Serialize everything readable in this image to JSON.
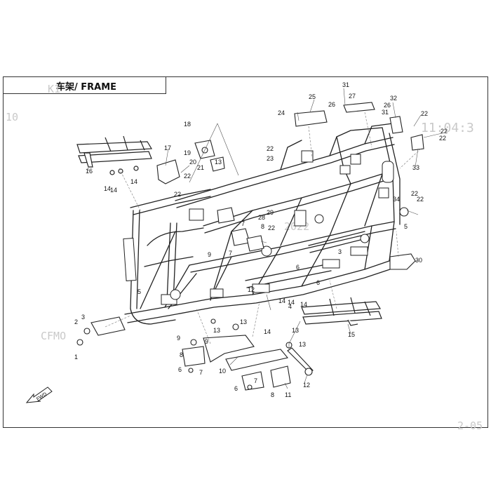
{
  "title": "车架/ FRAME",
  "fwd_label": "FWD",
  "watermarks": [
    "10",
    "K1",
    "CFMO",
    "2022",
    "11:04:3",
    "2-05"
  ],
  "callouts": [
    {
      "id": "c31a",
      "label": "31"
    },
    {
      "id": "c25",
      "label": "25"
    },
    {
      "id": "c27",
      "label": "27"
    },
    {
      "id": "c26a",
      "label": "26"
    },
    {
      "id": "c26b",
      "label": "26"
    },
    {
      "id": "c32",
      "label": "32"
    },
    {
      "id": "c31b",
      "label": "31"
    },
    {
      "id": "c24",
      "label": "24"
    },
    {
      "id": "c22a",
      "label": "22"
    },
    {
      "id": "c22b",
      "label": "22"
    },
    {
      "id": "c22c",
      "label": "22"
    },
    {
      "id": "c33",
      "label": "33"
    },
    {
      "id": "c18",
      "label": "18"
    },
    {
      "id": "c19",
      "label": "19"
    },
    {
      "id": "c20",
      "label": "20"
    },
    {
      "id": "c21",
      "label": "21"
    },
    {
      "id": "c13a",
      "label": "13"
    },
    {
      "id": "c17",
      "label": "17"
    },
    {
      "id": "c22d",
      "label": "22"
    },
    {
      "id": "c22e",
      "label": "22"
    },
    {
      "id": "c16",
      "label": "16"
    },
    {
      "id": "c14a",
      "label": "14"
    },
    {
      "id": "c14b",
      "label": "14"
    },
    {
      "id": "c14c",
      "label": "14"
    },
    {
      "id": "c22f",
      "label": "22"
    },
    {
      "id": "c23",
      "label": "23"
    },
    {
      "id": "c34",
      "label": "34"
    },
    {
      "id": "c22g",
      "label": "22"
    },
    {
      "id": "c22h",
      "label": "22"
    },
    {
      "id": "c5a",
      "label": "5"
    },
    {
      "id": "c30",
      "label": "30"
    },
    {
      "id": "c29",
      "label": "29"
    },
    {
      "id": "c28",
      "label": "28"
    },
    {
      "id": "c22i",
      "label": "22"
    },
    {
      "id": "c7a",
      "label": "7"
    },
    {
      "id": "c8a",
      "label": "8"
    },
    {
      "id": "c9a",
      "label": "9"
    },
    {
      "id": "c7b",
      "label": "7"
    },
    {
      "id": "c3a",
      "label": "3"
    },
    {
      "id": "c6a",
      "label": "6"
    },
    {
      "id": "c6b",
      "label": "6"
    },
    {
      "id": "c5b",
      "label": "5"
    },
    {
      "id": "c12a",
      "label": "12"
    },
    {
      "id": "c14d",
      "label": "14"
    },
    {
      "id": "c14e",
      "label": "14"
    },
    {
      "id": "c4",
      "label": "4"
    },
    {
      "id": "c14f",
      "label": "14"
    },
    {
      "id": "c13b",
      "label": "13"
    },
    {
      "id": "c14g",
      "label": "14"
    },
    {
      "id": "c15",
      "label": "15"
    },
    {
      "id": "c2",
      "label": "2"
    },
    {
      "id": "c3b",
      "label": "3"
    },
    {
      "id": "c1",
      "label": "1"
    },
    {
      "id": "c13c",
      "label": "13"
    },
    {
      "id": "c9b",
      "label": "9"
    },
    {
      "id": "c9c",
      "label": "9"
    },
    {
      "id": "c13d",
      "label": "13"
    },
    {
      "id": "c13e",
      "label": "13"
    },
    {
      "id": "c8b",
      "label": "8"
    },
    {
      "id": "c7c",
      "label": "7"
    },
    {
      "id": "c6c",
      "label": "6"
    },
    {
      "id": "c10",
      "label": "10"
    },
    {
      "id": "c12b",
      "label": "12"
    },
    {
      "id": "c6d",
      "label": "6"
    },
    {
      "id": "c7d",
      "label": "7"
    },
    {
      "id": "c8c",
      "label": "8"
    },
    {
      "id": "c11",
      "label": "11"
    }
  ]
}
